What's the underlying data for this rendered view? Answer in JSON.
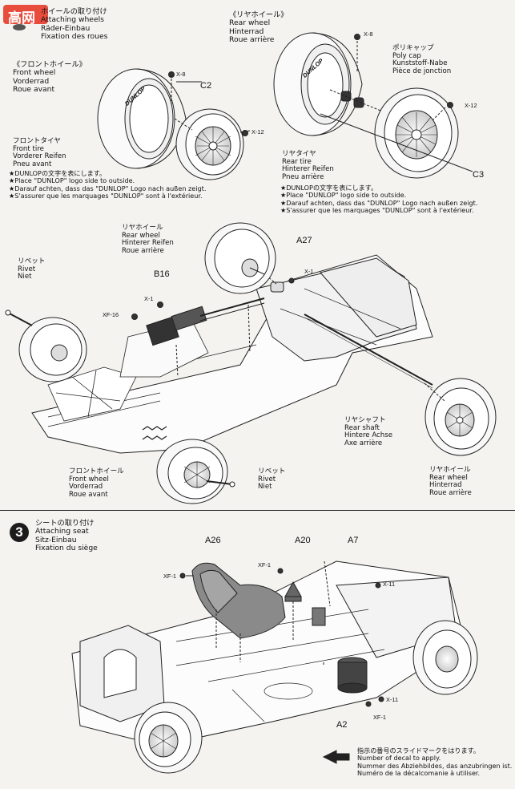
{
  "step2": {
    "title": [
      "ホイールの取り付け",
      "Attaching wheels",
      "Räder-Einbau",
      "Fixation des roues"
    ]
  },
  "front_wheel_header": [
    "《フロントホイール》",
    "Front wheel",
    "Vorderrad",
    "Roue avant"
  ],
  "rear_wheel_header": [
    "《リヤホイール》",
    "Rear wheel",
    "Hinterrad",
    "Roue arrière"
  ],
  "front_tire": [
    "フロントタイヤ",
    "Front tire",
    "Vorderer Reifen",
    "Pneu avant"
  ],
  "rear_tire": [
    "リヤタイヤ",
    "Rear tire",
    "Hinterer Reifen",
    "Pneu arrière"
  ],
  "poly_cap": [
    "ポリキャップ",
    "Poly cap",
    "Kunststoff-Nabe",
    "Pièce de jonction"
  ],
  "dunlop_note_front": [
    "★DUNLOPの文字を表にします。",
    "★Place \"DUNLOP\" logo side to outside.",
    "★Darauf achten, dass das \"DUNLOP\" Logo nach außen zeigt.",
    "★S'assurer que les marquages \"DUNLOP\" sont à l'extérieur."
  ],
  "dunlop_note_rear": [
    "★DUNLOPの文字を表にします。",
    "★Place \"DUNLOP\" logo side to outside.",
    "★Darauf achten, dass das \"DUNLOP\" Logo nach außen zeigt.",
    "★S'assurer que les marquages \"DUNLOP\" sont à l'extérieur."
  ],
  "rear_wheel_asm": [
    "リヤホイール",
    "Rear wheel",
    "Hinterer Reifen",
    "Roue arrière"
  ],
  "rivet_left": [
    "リベット",
    "Rivet",
    "Niet"
  ],
  "rivet_bottom": [
    "リベット",
    "Rivet",
    "Niet"
  ],
  "rear_shaft": [
    "リヤシャフト",
    "Rear shaft",
    "Hintere Achse",
    "Axe arrière"
  ],
  "front_wheel_asm": [
    "フロントホイール",
    "Front wheel",
    "Vorderrad",
    "Roue avant"
  ],
  "rear_wheel_asm2": [
    "リヤホイール",
    "Rear wheel",
    "Hinterrad",
    "Roue arrière"
  ],
  "parts": {
    "c2": "C2",
    "c3": "C3",
    "b16": "B16",
    "a27": "A27",
    "a26": "A26",
    "a20": "A20",
    "a7": "A7",
    "a2": "A2"
  },
  "screws": {
    "x8": "X-8",
    "x12": "X-12",
    "x1": "X-1",
    "xf16": "XF-16",
    "xf1": "XF-1",
    "x11": "X-11"
  },
  "tire_logo": "DUNLOP",
  "step3": {
    "number": "3",
    "title": [
      "シートの取り付け",
      "Attaching seat",
      "Sitz-Einbau",
      "Fixation du siège"
    ]
  },
  "decal_note": [
    "指示の番号のスライドマークをはります。",
    "Number of decal to apply.",
    "Nummer des Abziehbildes, das anzubringen ist.",
    "Numéro de la décalcomanie à utiliser."
  ],
  "watermark": "高网"
}
